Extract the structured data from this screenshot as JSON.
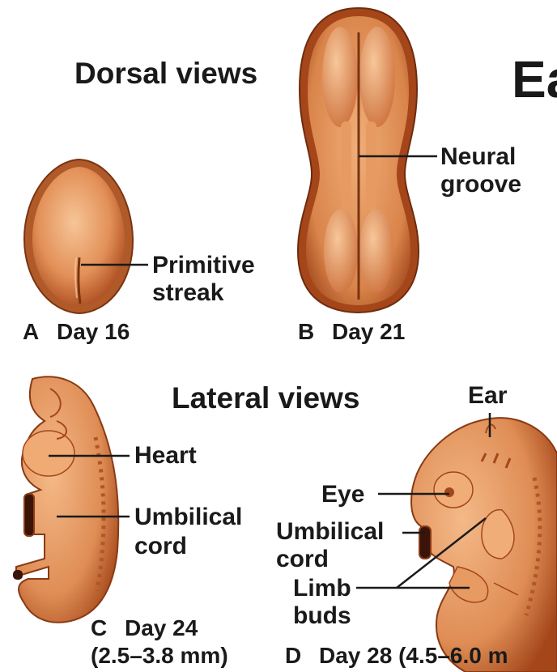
{
  "headings": {
    "dorsal": "Dorsal views",
    "lateral": "Lateral views",
    "clipped_title": "Ea"
  },
  "panels": {
    "a": {
      "letter": "A",
      "caption": "Day 16",
      "label_line1": "Primitive",
      "label_line2": "streak"
    },
    "b": {
      "letter": "B",
      "caption": "Day 21",
      "label_line1": "Neural",
      "label_line2": "groove"
    },
    "c": {
      "letter": "C",
      "caption": "Day 24",
      "size": "(2.5–3.8 mm)",
      "heart": "Heart",
      "umbilical_line1": "Umbilical",
      "umbilical_line2": "cord"
    },
    "d": {
      "letter": "D",
      "caption": "Day 28 (4.5–6.0 m",
      "ear": "Ear",
      "eye": "Eye",
      "umbilical_line1": "Umbilical",
      "umbilical_line2": "cord",
      "limb_line1": "Limb",
      "limb_line2": "buds"
    }
  },
  "colors": {
    "embryo_fill": "#d9844a",
    "embryo_dark": "#8a3a14",
    "embryo_light": "#f2b07a",
    "leader": "#1a1a1a"
  }
}
